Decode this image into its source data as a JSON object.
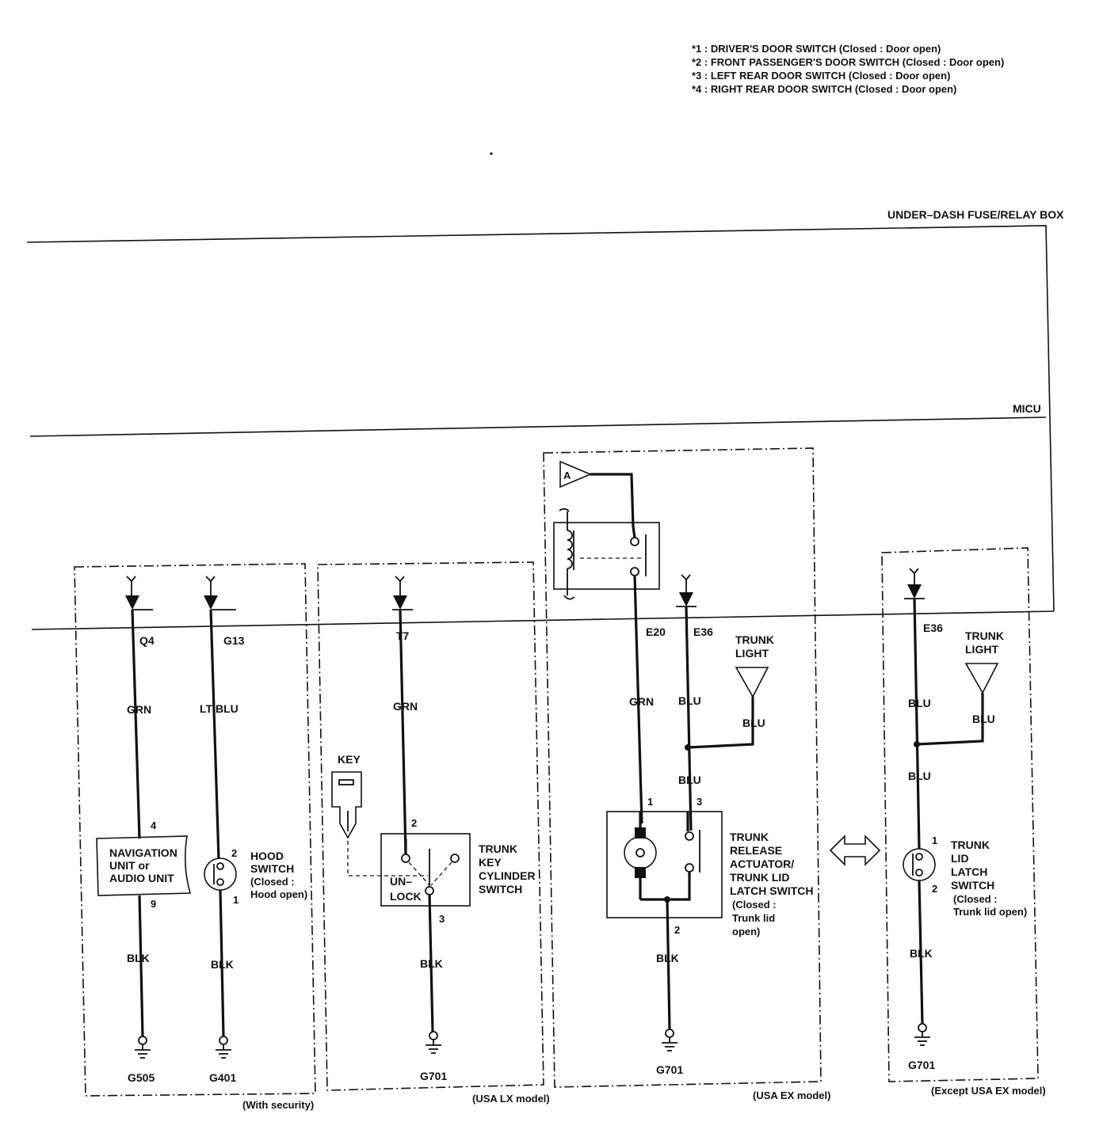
{
  "footnotes": [
    "*1 : DRIVER'S DOOR SWITCH (Closed : Door open)",
    "*2 : FRONT PASSENGER'S DOOR SWITCH (Closed : Door open)",
    "*3 : LEFT REAR DOOR SWITCH (Closed : Door open)",
    "*4 : RIGHT REAR DOOR SWITCH (Closed : Door open)"
  ],
  "units": {
    "fuse_box": "UNDER–DASH FUSE/RELAY BOX",
    "micu": "MICU"
  },
  "sections": {
    "security": {
      "note": "(With security)",
      "nav": {
        "terminal": "Q4",
        "wire_top": "GRN",
        "pin_top": "4",
        "name": [
          "NAVIGATION",
          "UNIT or",
          "AUDIO UNIT"
        ],
        "pin_bottom": "9",
        "wire_bottom": "BLK",
        "ground": "G505"
      },
      "hood": {
        "terminal": "G13",
        "wire_top": "LT BLU",
        "pin_top": "2",
        "pin_bottom": "1",
        "name": [
          "HOOD",
          "SWITCH",
          "(Closed :",
          "Hood open)"
        ],
        "wire_bottom": "BLK",
        "ground": "G401"
      }
    },
    "lx": {
      "note": "(USA LX model)",
      "terminal": "T7",
      "wire_top": "GRN",
      "key_label": "KEY",
      "pin_top": "2",
      "pos_label": [
        "UN–",
        "LOCK"
      ],
      "name": [
        "TRUNK",
        "KEY",
        "CYLINDER",
        "SWITCH"
      ],
      "pin_bottom": "3",
      "wire_bottom": "BLK",
      "ground": "G701"
    },
    "ex": {
      "note": "(USA EX model)",
      "relay_ref": "A",
      "terminal_left": "E20",
      "terminal_right": "E36",
      "wire_left": "GRN",
      "wire_right": "BLU",
      "light_name": [
        "TRUNK",
        "LIGHT"
      ],
      "light_wire": "BLU",
      "wire_right_lower": "BLU",
      "pin_left": "1",
      "pin_right": "3",
      "name": [
        "TRUNK",
        "RELEASE",
        "ACTUATOR/",
        "TRUNK LID",
        "LATCH SWITCH",
        "(Closed :",
        "Trunk lid",
        "open)"
      ],
      "pin_bottom": "2",
      "wire_bottom": "BLK",
      "ground": "G701"
    },
    "other": {
      "note": "(Except USA EX model)",
      "terminal": "E36",
      "wire_top": "BLU",
      "light_name": [
        "TRUNK",
        "LIGHT"
      ],
      "light_wire": "BLU",
      "wire_mid": "BLU",
      "pin_top": "1",
      "pin_bottom": "2",
      "name": [
        "TRUNK",
        "LID",
        "LATCH",
        "SWITCH",
        "(Closed :",
        "Trunk lid open)"
      ],
      "wire_bottom": "BLK",
      "ground": "G701"
    }
  }
}
